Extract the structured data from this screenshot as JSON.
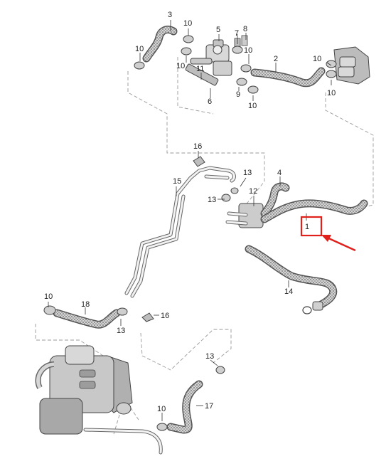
{
  "diagram": {
    "part_numbers": {
      "p1": "1",
      "p2": "2",
      "p3": "3",
      "p4": "4",
      "p5": "5",
      "p6": "6",
      "p7": "7",
      "p8": "8",
      "p9": "9",
      "p10_top_left": "10",
      "p10_top_a": "10",
      "p10_top_b": "10",
      "p10_top_c": "10",
      "p10_top_d": "10",
      "p10_right_a": "10",
      "p10_right_b": "10",
      "p10_left_mid": "10",
      "p10_bottom": "10",
      "p11": "11",
      "p12": "12",
      "p13_upper": "13",
      "p13_mid": "13",
      "p13_left": "13",
      "p13_bottom": "13",
      "p14": "14",
      "p15": "15",
      "p16_upper": "16",
      "p16_lower": "16",
      "p17": "17",
      "p18": "18"
    },
    "highlight": {
      "box_color": "#e0201b",
      "arrow_color": "#e0201b",
      "highlighted_part": "1"
    },
    "colors": {
      "hose_fill": "#c9c9c9",
      "hose_outline": "#555555",
      "leader_lines": "#333333",
      "dashed_group_lines": "#999999"
    }
  }
}
